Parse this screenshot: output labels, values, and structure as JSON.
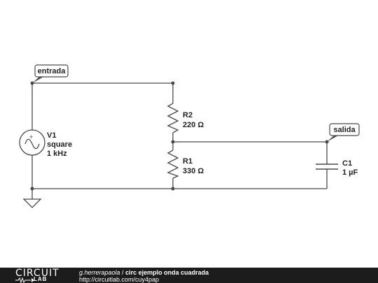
{
  "circuit": {
    "labels": {
      "entrada": "entrada",
      "salida": "salida"
    },
    "components": {
      "V1": {
        "name": "V1",
        "waveform": "square",
        "frequency": "1 kHz"
      },
      "R2": {
        "name": "R2",
        "value": "220 Ω"
      },
      "R1": {
        "name": "R1",
        "value": "330 Ω"
      },
      "C1": {
        "name": "C1",
        "value": "1 µF"
      }
    },
    "source_polarity": "+"
  },
  "footer": {
    "logo_top": "CIRCUIT",
    "logo_bottom": "LAB",
    "user": "g.herrerapaola",
    "separator": " / ",
    "title": "circ ejemplo onda cuadrada",
    "url": "http://circuitlab.com/cuy4pap"
  },
  "colors": {
    "wire": "#4a4a4a",
    "footer_bg": "#1c1c1c",
    "footer_text": "#ffffff"
  }
}
